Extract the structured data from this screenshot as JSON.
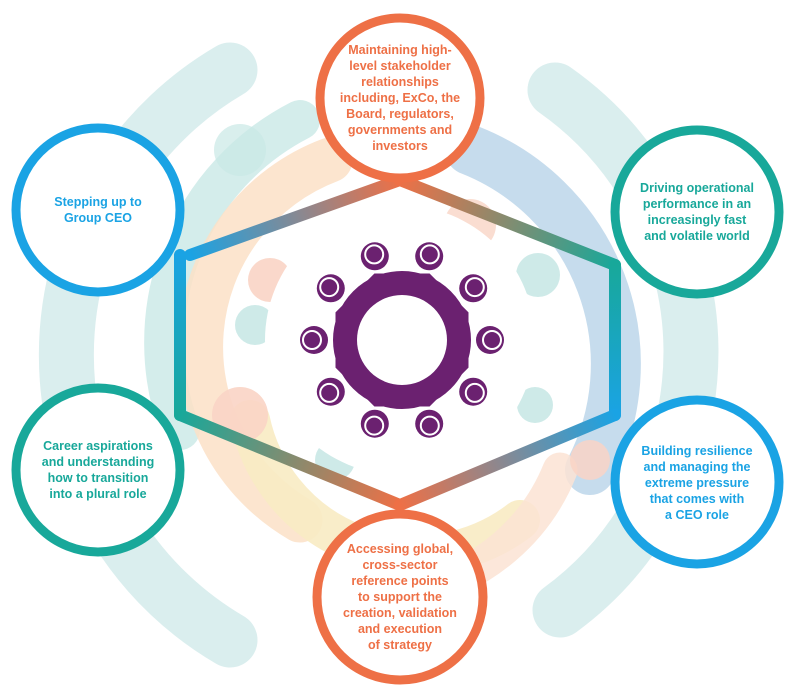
{
  "nodes": [
    {
      "id": "top",
      "text": "Maintaining high-\nlevel stakeholder\nrelationships\nincluding, ExCo, the\nBoard, regulators,\ngovernments and\ninvestors",
      "color": "#ee7046"
    },
    {
      "id": "upper-left",
      "text": "Stepping up to\nGroup CEO",
      "color": "#1aa3e4"
    },
    {
      "id": "upper-right",
      "text": "Driving operational\nperformance in an\nincreasingly fast\nand volatile world",
      "color": "#18a89a"
    },
    {
      "id": "lower-left",
      "text": "Career aspirations\nand understanding\nhow to transition\ninto a plural role",
      "color": "#18a89a"
    },
    {
      "id": "lower-right",
      "text": "Building resilience\nand managing the\nextreme pressure\nthat comes with\na CEO role",
      "color": "#1aa3e4"
    },
    {
      "id": "bottom",
      "text": "Accessing global,\ncross-sector\nreference points\nto support the\ncreation, validation\nand execution\nof strategy",
      "color": "#ee7046"
    }
  ],
  "center_icon": "round-table-meeting-icon",
  "colors": {
    "orange": "#ee7046",
    "blue": "#1aa3e4",
    "teal": "#18a89a",
    "purple": "#6b2170"
  }
}
